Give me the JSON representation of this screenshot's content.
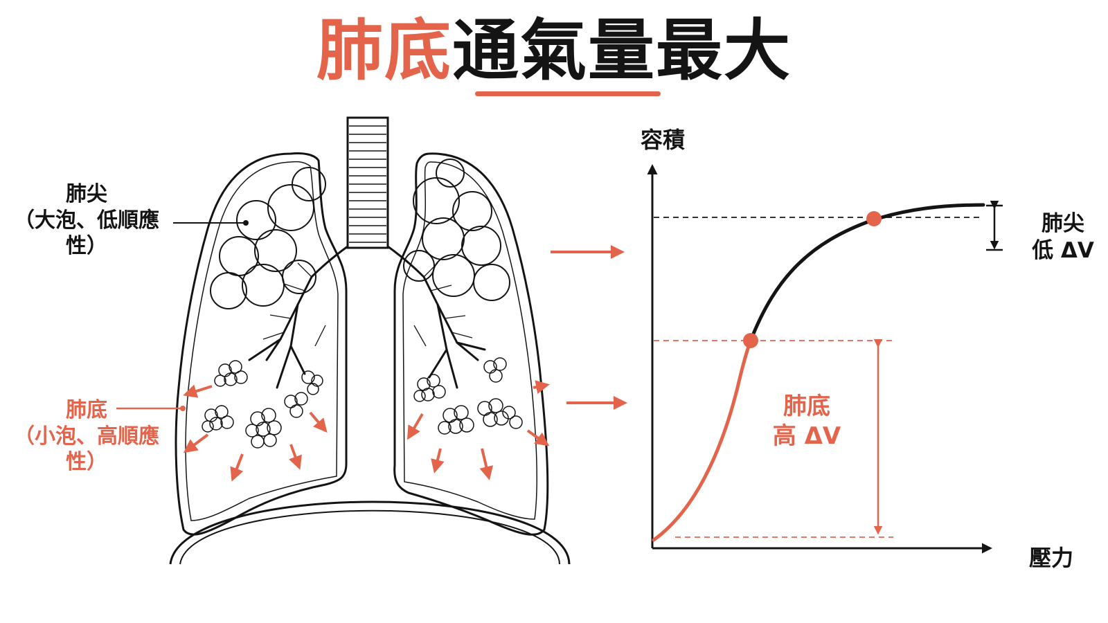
{
  "title": {
    "accent": "肺底",
    "rest": "通氣量最大"
  },
  "diagram": {
    "apex": {
      "line1": "肺尖",
      "line2": "（大泡、低順應性）"
    },
    "base": {
      "line1": "肺底",
      "line2": "（小泡、高順應性）"
    }
  },
  "graph": {
    "y_axis_label": "容積",
    "x_axis_label": "壓力",
    "apex_annotation": {
      "line1": "肺尖",
      "line2": "低 ΔV"
    },
    "base_annotation": {
      "line1": "肺底",
      "line2": "高 ΔV"
    }
  },
  "colors": {
    "accent": "#e4644b",
    "ink": "#141414",
    "background": "#ffffff"
  }
}
